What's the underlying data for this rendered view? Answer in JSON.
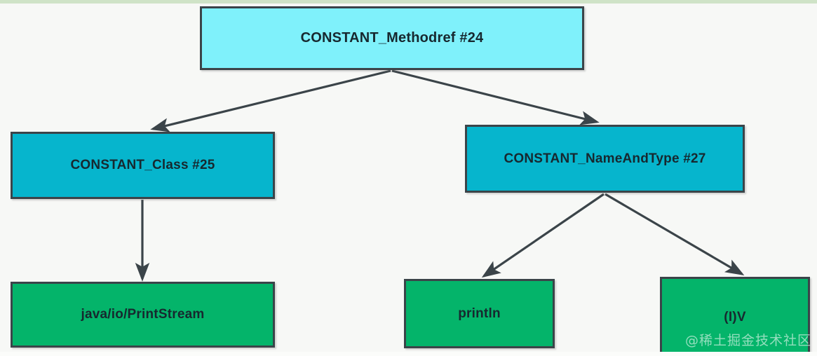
{
  "diagram": {
    "title": "JVM constant pool reference tree",
    "background_color": "#f7f8f6",
    "nodes": {
      "methodref": {
        "label": "CONSTANT_Methodref  #24",
        "color": "#7ff1fb",
        "level": 1
      },
      "class": {
        "label": "CONSTANT_Class  #25",
        "color": "#06b5cd",
        "level": 2
      },
      "nameandtype": {
        "label": "CONSTANT_NameAndType  #27",
        "color": "#06b5cd",
        "level": 2
      },
      "printstream": {
        "label": "java/io/PrintStream",
        "color": "#04b46a",
        "level": 3
      },
      "println": {
        "label": "println",
        "color": "#04b46a",
        "level": 3
      },
      "descriptor": {
        "label": "(I)V",
        "color": "#04b46a",
        "level": 3
      }
    },
    "edges": [
      {
        "from": "methodref",
        "to": "class"
      },
      {
        "from": "methodref",
        "to": "nameandtype"
      },
      {
        "from": "class",
        "to": "printstream"
      },
      {
        "from": "nameandtype",
        "to": "println"
      },
      {
        "from": "nameandtype",
        "to": "descriptor"
      }
    ],
    "edge_color": "#3b4449",
    "border_color": "#3b4449",
    "text_color": "#17282f"
  },
  "watermark": {
    "text": "@稀土掘金技术社区"
  }
}
